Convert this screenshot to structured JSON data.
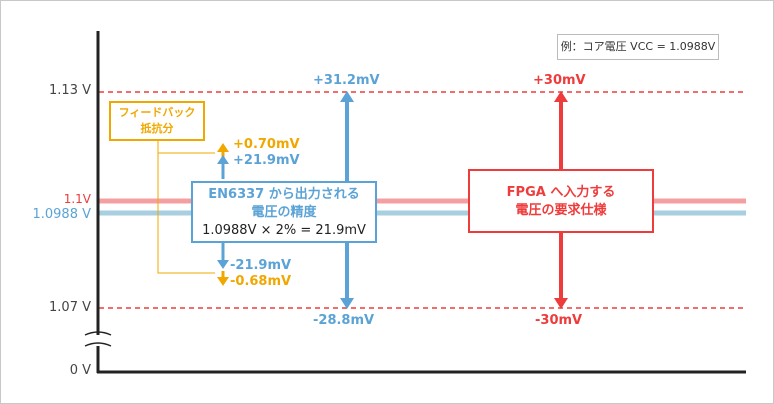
{
  "note": "例：コア電圧 VCC = 1.0988V",
  "axis_labels": {
    "y_113": "1.13 V",
    "y_11": "1.1V",
    "y_10988": "1.0988 V",
    "y_107": "1.07 V",
    "y_0": "0 V"
  },
  "feedback_box": {
    "line1": "フィードバック",
    "line2": "抵抗分"
  },
  "en_box": {
    "line1": "EN6337 から出力される",
    "line2": "電圧の精度",
    "line3": "1.0988V × 2% = 21.9mV"
  },
  "fpga_box": {
    "line1": "FPGA へ入力する",
    "line2": "電圧の要求仕様"
  },
  "values": {
    "fb_plus": "+0.70mV",
    "en_plus_inner": "+21.9mV",
    "en_minus_inner": "-21.9mV",
    "fb_minus": "-0.68mV",
    "en_total_plus": "+31.2mV",
    "en_total_minus": "-28.8mV",
    "fpga_plus": "+30mV",
    "fpga_minus": "-30mV"
  },
  "colors": {
    "orange": "#f0a800",
    "blue": "#5ba3d6",
    "red": "#ee3b3b",
    "pink": "#f4a0a0",
    "lightblue": "#a8cfe0"
  }
}
